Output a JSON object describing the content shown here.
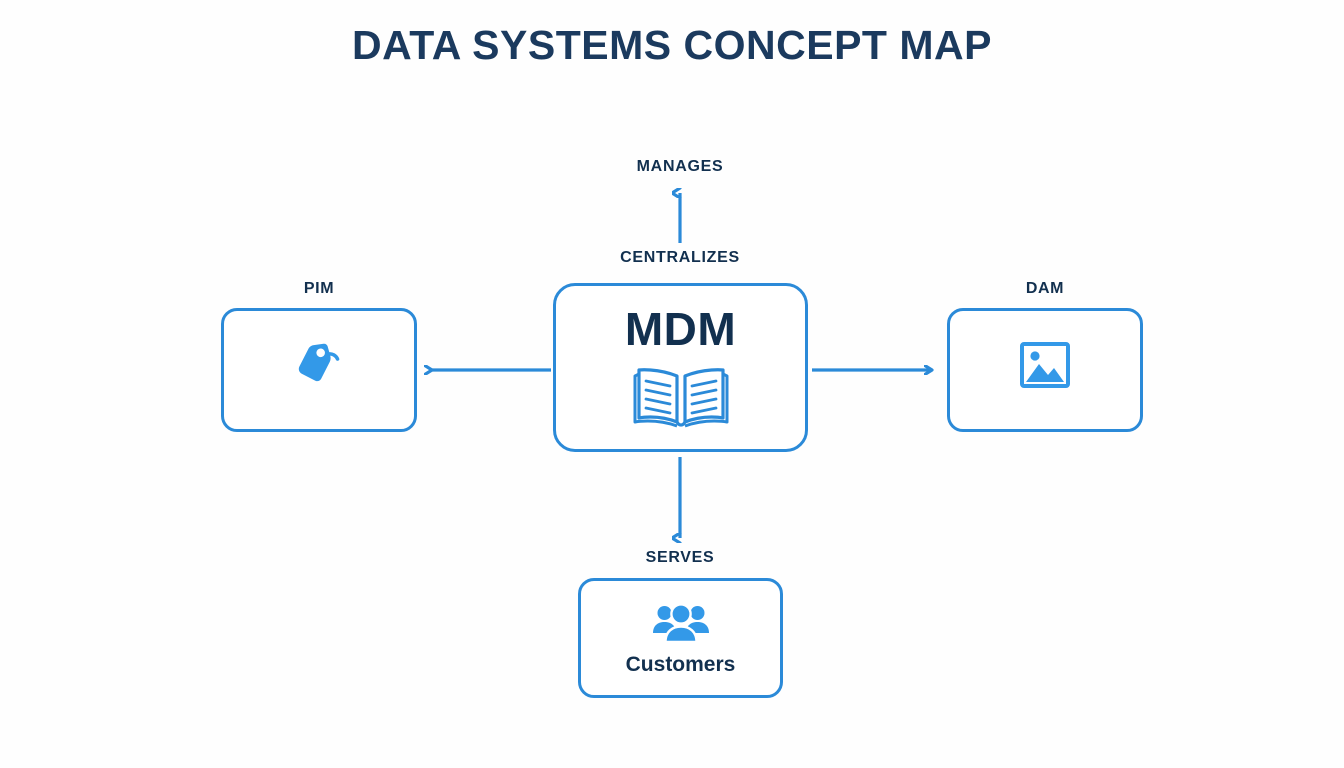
{
  "title": "DATA SYSTEMS CONCEPT MAP",
  "colors": {
    "accent": "#2b8ad8",
    "accent_fill": "#3399e8",
    "text_dark": "#12304f",
    "title": "#1b3a5e",
    "background": "#fefefe"
  },
  "center_node": {
    "title": "MDM",
    "icon": "open-book-icon"
  },
  "nodes": [
    {
      "id": "pim",
      "caption": "PIM",
      "icon": "price-tag-icon",
      "inner_label": ""
    },
    {
      "id": "dam",
      "caption": "DAM",
      "icon": "image-picture-icon",
      "inner_label": ""
    },
    {
      "id": "customers",
      "caption": "",
      "icon": "people-group-icon",
      "inner_label": "Customers"
    }
  ],
  "edge_labels": {
    "top_outer": "MANAGES",
    "top_inner": "CENTRALIZES",
    "bottom": "SERVES"
  },
  "arrows": [
    {
      "id": "arrow-up",
      "direction": "up",
      "label": "MANAGES"
    },
    {
      "id": "arrow-left",
      "direction": "left",
      "label": ""
    },
    {
      "id": "arrow-right",
      "direction": "right",
      "label": ""
    },
    {
      "id": "arrow-down",
      "direction": "down",
      "label": "SERVES"
    }
  ]
}
